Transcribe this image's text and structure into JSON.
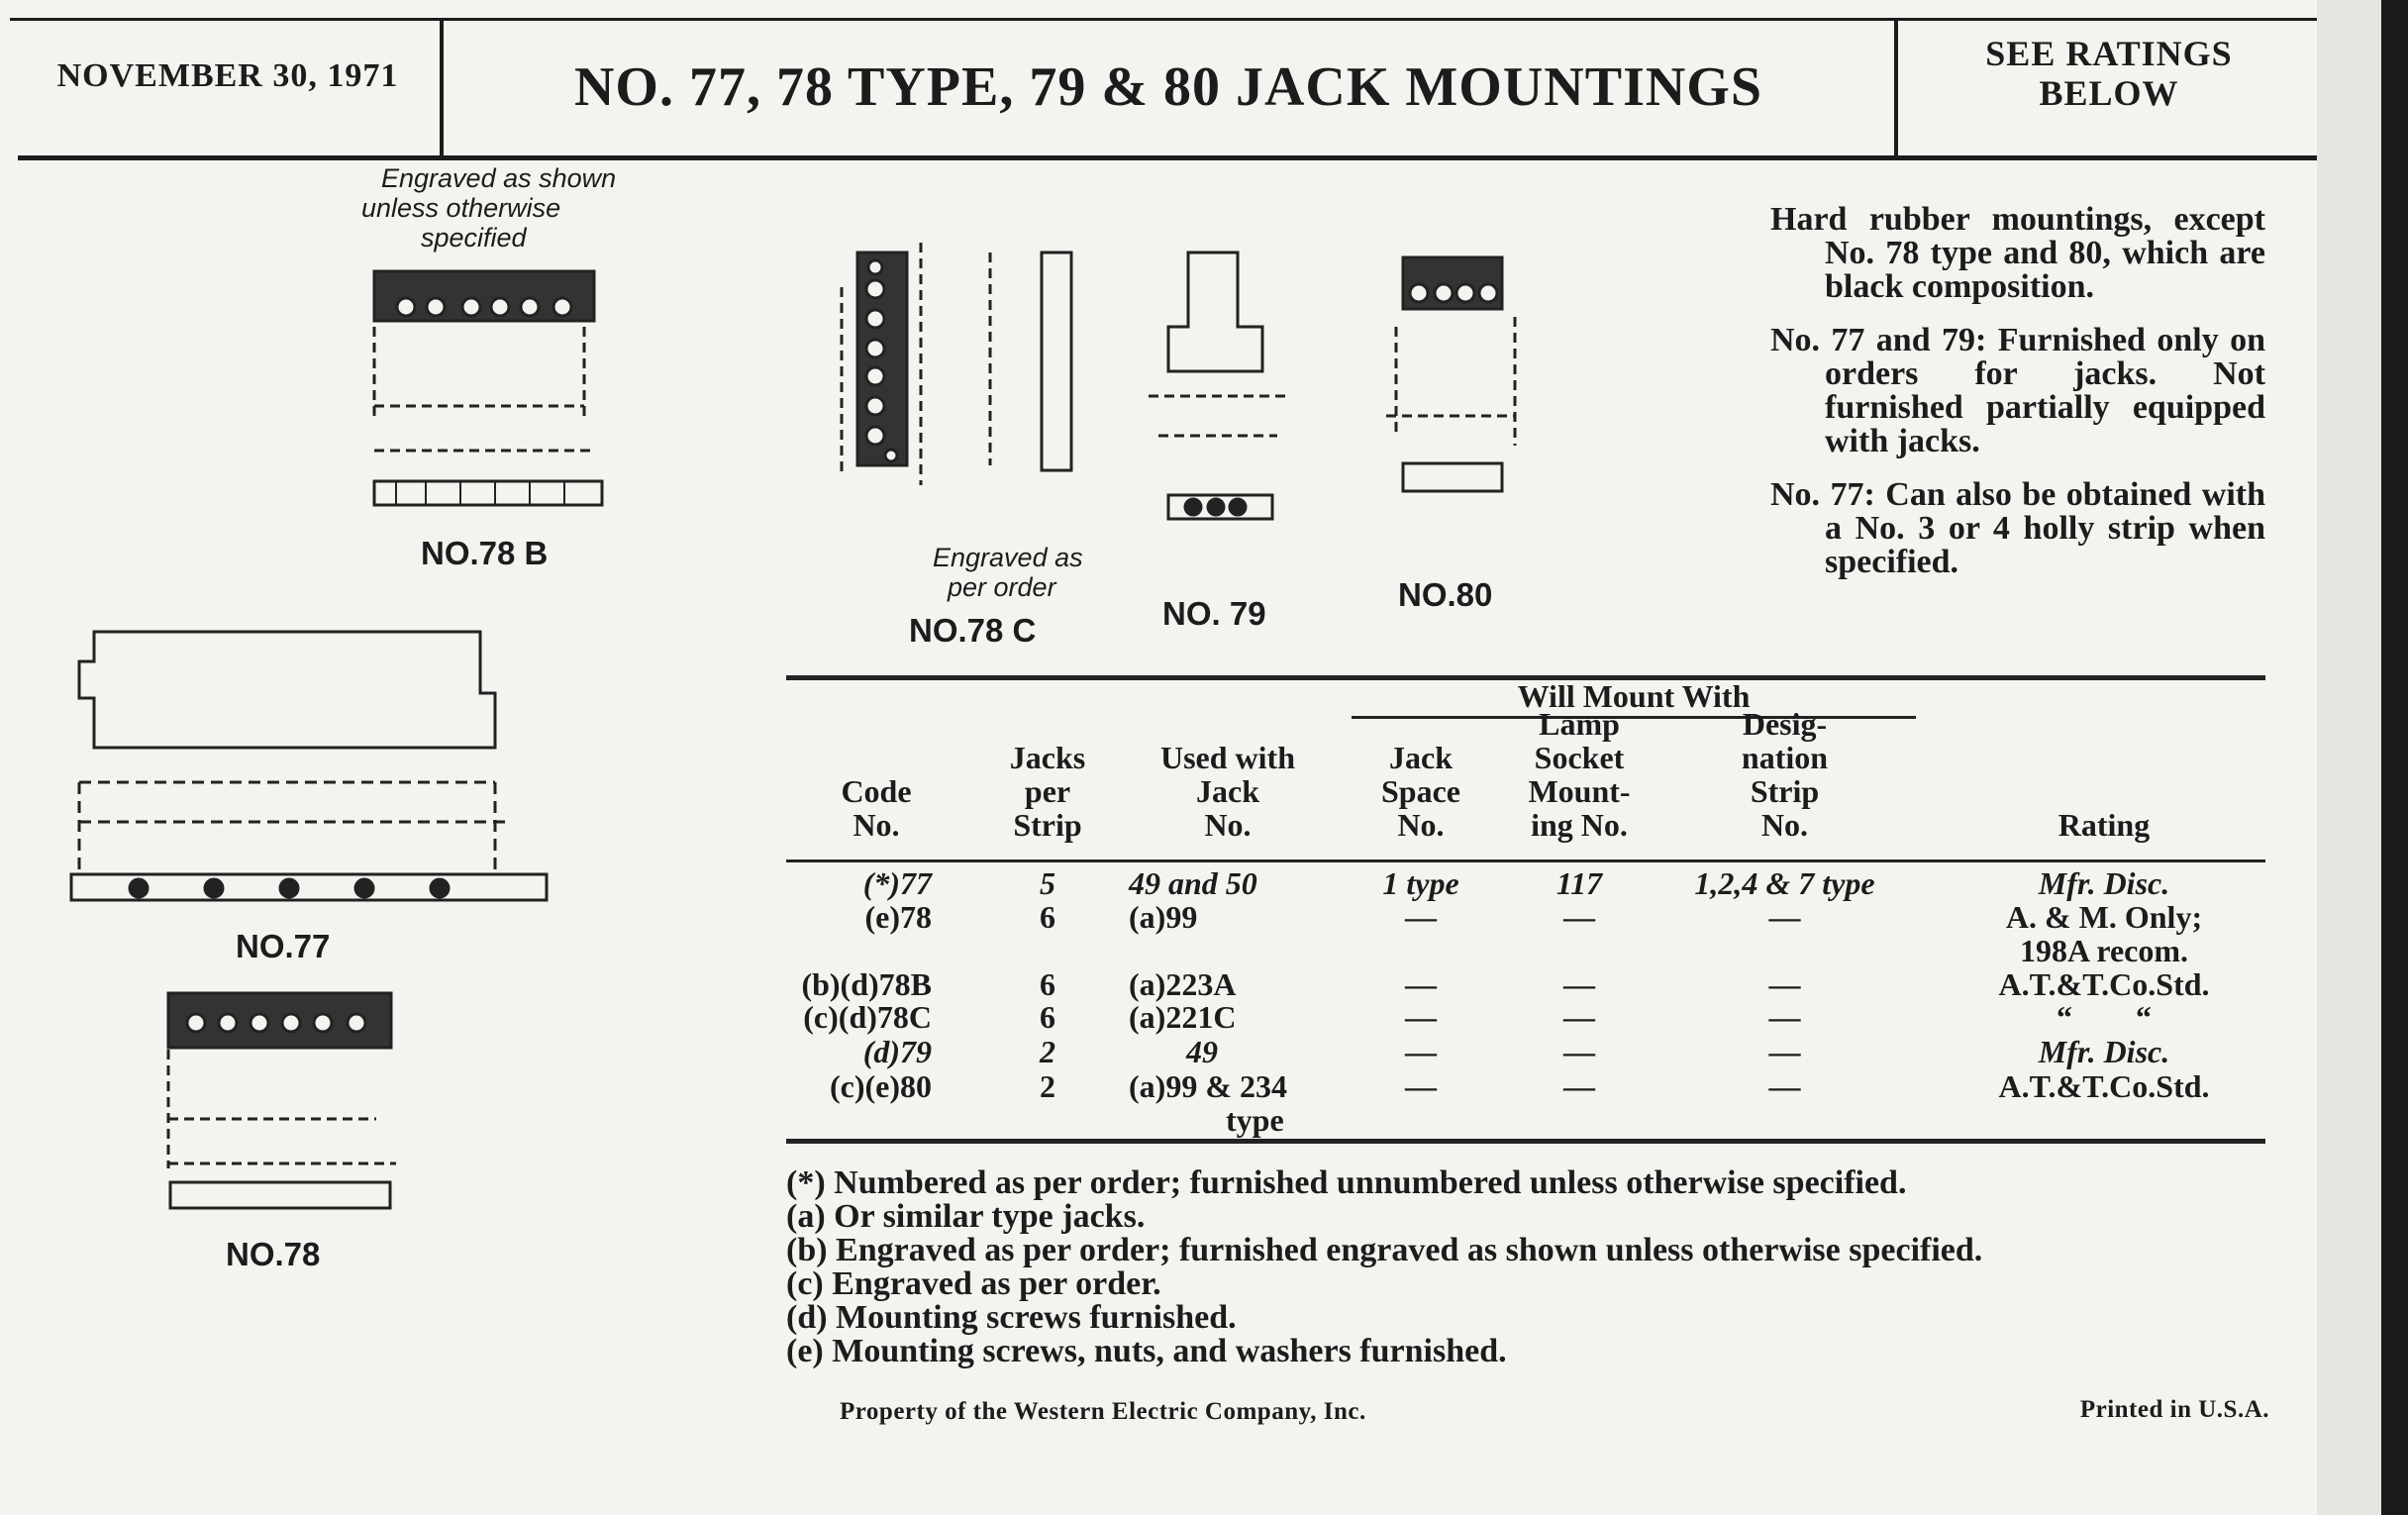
{
  "header": {
    "date": "NOVEMBER 30, 1971",
    "title": "NO. 77, 78 TYPE, 79 & 80 JACK MOUNTINGS",
    "ratings_line1": "SEE RATINGS",
    "ratings_line2": "BELOW"
  },
  "figures": {
    "no78b": "NO.78 B",
    "no78c": "NO.78 C",
    "no79": "NO. 79",
    "no80": "NO.80",
    "no77": "NO.77",
    "no78": "NO.78",
    "engraved_shown": [
      "Engraved as shown",
      "unless otherwise",
      "specified"
    ],
    "engraved_order": [
      "Engraved as",
      "per order"
    ]
  },
  "notes": [
    "Hard rubber mountings, except No. 78 type and 80, which are black composition.",
    "No. 77 and 79: Furnished only on orders for jacks. Not furnished partially equipped with jacks.",
    "No. 77: Can also be obtained with a No. 3 or 4 holly strip when specified."
  ],
  "table": {
    "group_header": "Will Mount With",
    "columns": [
      "Code No.",
      "Jacks per Strip",
      "Used with Jack No.",
      "Jack Space No.",
      "Lamp Socket Mounting No.",
      "Designation Strip No.",
      "Rating"
    ],
    "col_lines": {
      "code": [
        "Code",
        "No."
      ],
      "jacks": [
        "Jacks",
        "per",
        "Strip"
      ],
      "used": [
        "Used with",
        "Jack",
        "No."
      ],
      "space": [
        "Jack",
        "Space",
        "No."
      ],
      "lamp": [
        "Lamp",
        "Socket",
        "Mount-",
        "ing No."
      ],
      "des": [
        "Desig-",
        "nation",
        "Strip",
        "No."
      ],
      "rate": [
        "Rating"
      ]
    },
    "rows": [
      {
        "code": "(*)77",
        "jacks": "5",
        "used": "49 and 50",
        "space": "1 type",
        "lamp": "117",
        "des": "1,2,4 & 7 type",
        "rating": "Mfr. Disc."
      },
      {
        "code": "(e)78",
        "jacks": "6",
        "used": "(a)99",
        "space": "—",
        "lamp": "—",
        "des": "—",
        "rating": "A. & M. Only;",
        "rating2": "198A recom."
      },
      {
        "code": "(b)(d)78B",
        "jacks": "6",
        "used": "(a)223A",
        "space": "—",
        "lamp": "—",
        "des": "—",
        "rating": "A.T.&T.Co.Std."
      },
      {
        "code": "(c)(d)78C",
        "jacks": "6",
        "used": "(a)221C",
        "space": "—",
        "lamp": "—",
        "des": "—",
        "rating": "“        “"
      },
      {
        "code": "(d)79",
        "jacks": "2",
        "used": "49",
        "space": "—",
        "lamp": "—",
        "des": "—",
        "rating": "Mfr. Disc."
      },
      {
        "code": "(c)(e)80",
        "jacks": "2",
        "used": "(a)99 & 234",
        "used2": "type",
        "space": "—",
        "lamp": "—",
        "des": "—",
        "rating": "A.T.&T.Co.Std."
      }
    ]
  },
  "footnotes": [
    "(*) Numbered as per order; furnished unnumbered unless otherwise specified.",
    "(a) Or similar type jacks.",
    "(b) Engraved as per order; furnished engraved as shown unless otherwise specified.",
    "(c) Engraved as per order.",
    "(d) Mounting screws furnished.",
    "(e) Mounting screws, nuts, and washers furnished."
  ],
  "footer": {
    "property": "Property of the Western Electric Company, Inc.",
    "printed": "Printed in U.S.A."
  }
}
